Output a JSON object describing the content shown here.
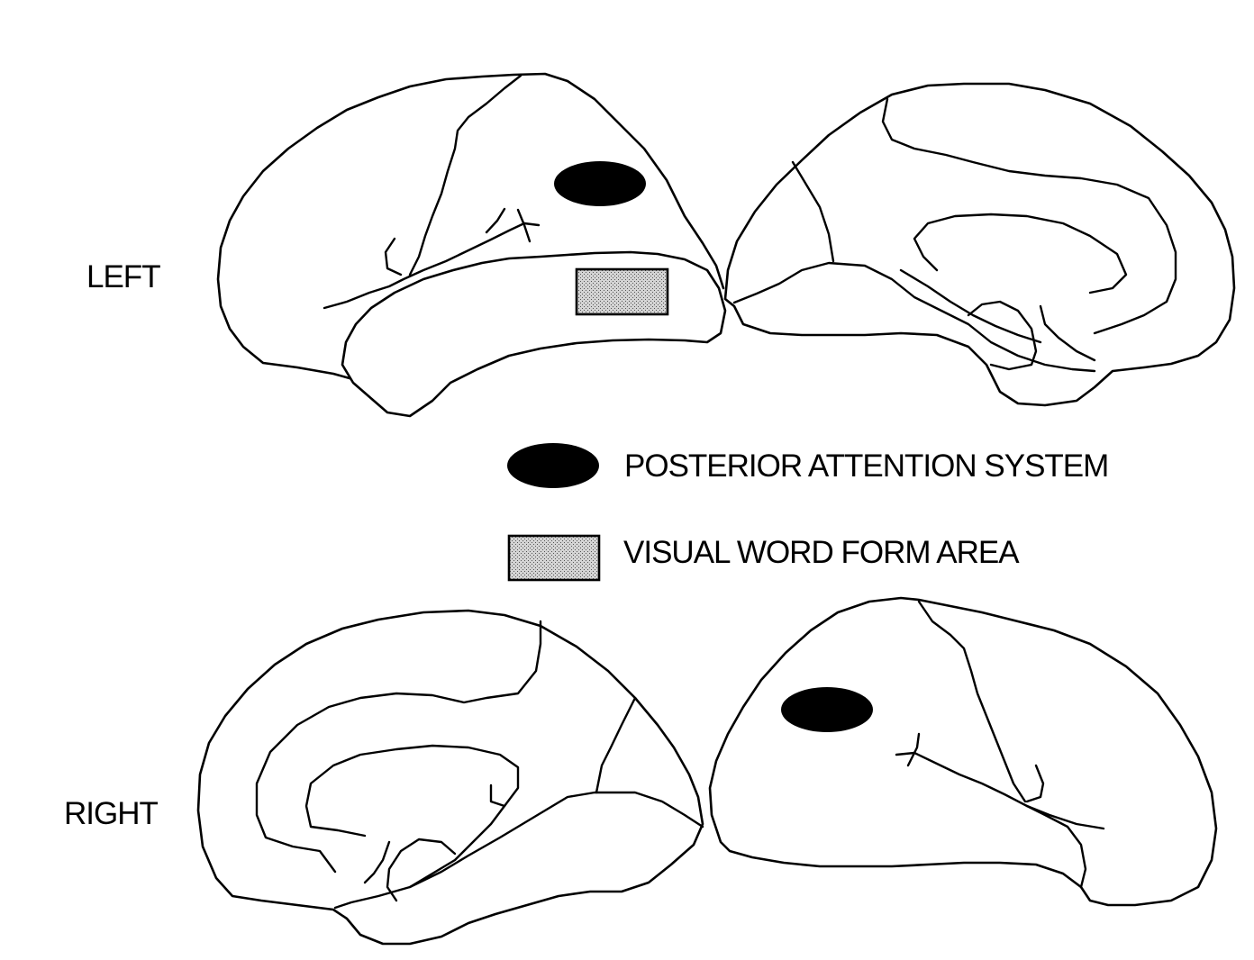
{
  "hemisphere_labels": {
    "left": "LEFT",
    "right": "RIGHT"
  },
  "legend": {
    "items": [
      {
        "label": "POSTERIOR ATTENTION SYSTEM",
        "symbol": "black-ellipse"
      },
      {
        "label": "VISUAL WORD FORM AREA",
        "symbol": "stippled-rectangle"
      }
    ]
  },
  "colors": {
    "outline": "#000000",
    "attention_marker": "#000000",
    "word_form_fill": "#bdbdbd"
  }
}
